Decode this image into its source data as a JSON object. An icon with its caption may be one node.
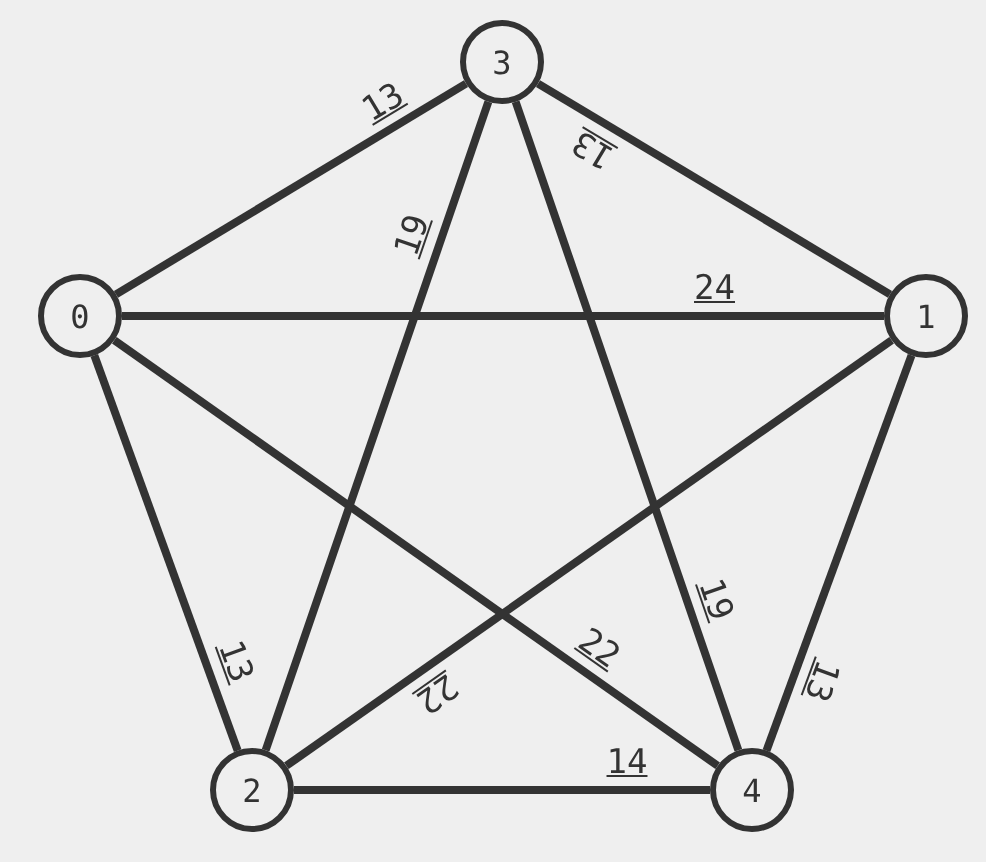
{
  "diagram": {
    "nodes": [
      {
        "text": [
          "0"
        ]
      },
      {
        "text": [
          "1"
        ]
      },
      {
        "text": [
          "2"
        ]
      },
      {
        "text": [
          "3"
        ]
      },
      {
        "text": [
          "4"
        ]
      }
    ],
    "edges": [
      {
        "from": 0,
        "to": 1,
        "arrow": "none",
        "label": "24"
      },
      {
        "from": 0,
        "to": 2,
        "arrow": "none",
        "label": "13"
      },
      {
        "from": 0,
        "to": 3,
        "arrow": "none",
        "label": "13"
      },
      {
        "from": 0,
        "to": 4,
        "arrow": "none",
        "label": "22"
      },
      {
        "from": 1,
        "to": 2,
        "arrow": "none",
        "label": "22"
      },
      {
        "from": 1,
        "to": 3,
        "arrow": "none",
        "label": "13"
      },
      {
        "from": 1,
        "to": 4,
        "arrow": "none",
        "label": "13"
      },
      {
        "from": 2,
        "to": 3,
        "arrow": "none",
        "label": "19"
      },
      {
        "from": 2,
        "to": 4,
        "arrow": "none",
        "label": "14"
      },
      {
        "from": 3,
        "to": 4,
        "arrow": "none",
        "label": "19"
      }
    ]
  }
}
